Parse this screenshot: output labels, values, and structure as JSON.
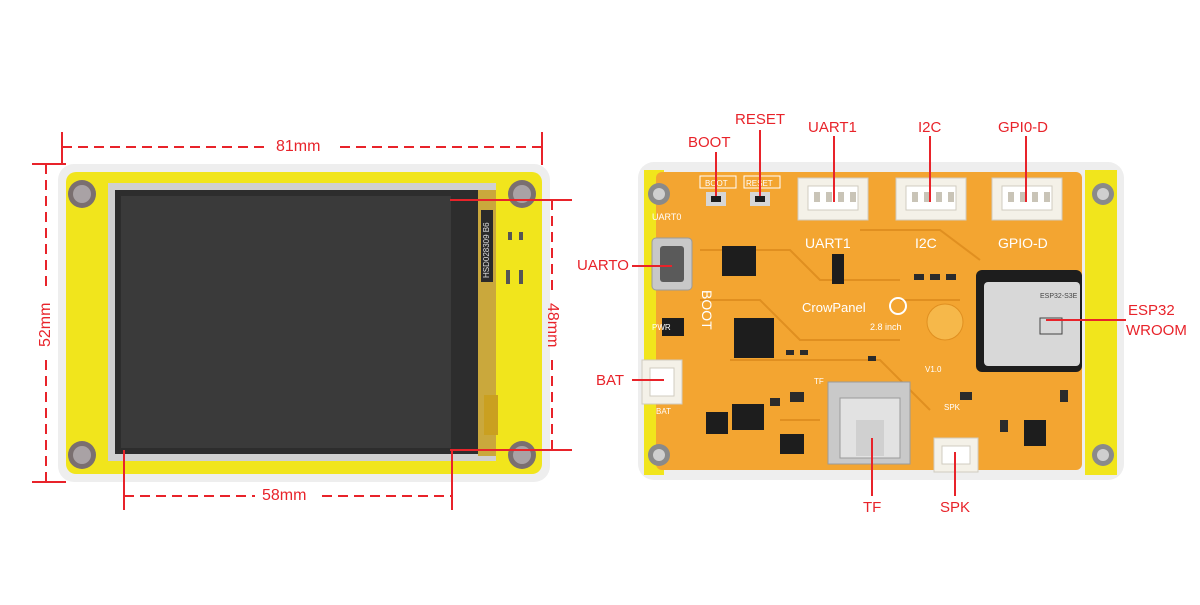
{
  "dimensions": {
    "width_top": "81mm",
    "height_left": "52mm",
    "screen_height": "48mm",
    "screen_width": "58mm"
  },
  "left_board": {
    "fpc_text": "HSD028309 B6"
  },
  "right_board": {
    "silk_brand": "CrowPanel",
    "silk_model": "2.8 inch",
    "silk_version": "V1.0",
    "module_text": "ESP32-S3E",
    "silk": {
      "boot": "BOOT",
      "reset": "RESET",
      "uart1": "UART1",
      "i2c": "I2C",
      "gpio_d": "GPIO-D",
      "uart0": "UART0",
      "bat": "BAT",
      "tf": "TF",
      "spk": "SPK",
      "pwr": "PWR"
    }
  },
  "callouts": {
    "boot": "BOOT",
    "reset": "RESET",
    "uart1": "UART1",
    "i2c": "I2C",
    "gpio_d": "GPI0-D",
    "uart0": "UARTO",
    "esp32_line1": "ESP32",
    "esp32_line2": "WROOM",
    "bat": "BAT",
    "tf": "TF",
    "spk": "SPK"
  },
  "colors": {
    "accent_red": "#e8232a",
    "frame_yellow": "#f1e51c",
    "pcb_orange": "#f3a531",
    "screen_dark": "#3a3a3a",
    "connector_white": "#f4f1e8",
    "module_silver": "#d8d8d8",
    "chip_black": "#1d1d1d"
  }
}
